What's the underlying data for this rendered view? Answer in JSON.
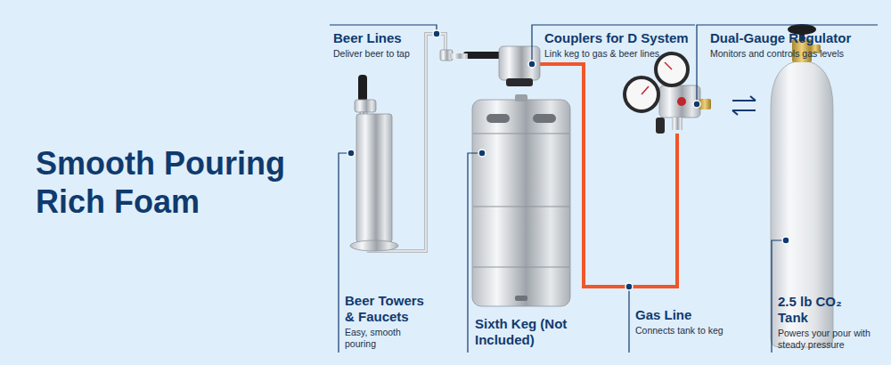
{
  "diagram": {
    "title": "Smooth Pouring Rich Foam",
    "labels": [
      "Beer Lines",
      "Deliver beer to tap",
      "Couplers for D System",
      "Link keg to gas & beer lines",
      "Dual-Gauge Regulator",
      "Monitors and controls gas levels",
      "Beer Towers & Faucets",
      "Easy, smooth pouring",
      "Sixth Keg (Not Included)",
      "Gas Line",
      "Connects tank to keg",
      "2.5 lb CO₂ Tank",
      "Powers your pour with steady pressure"
    ]
  }
}
